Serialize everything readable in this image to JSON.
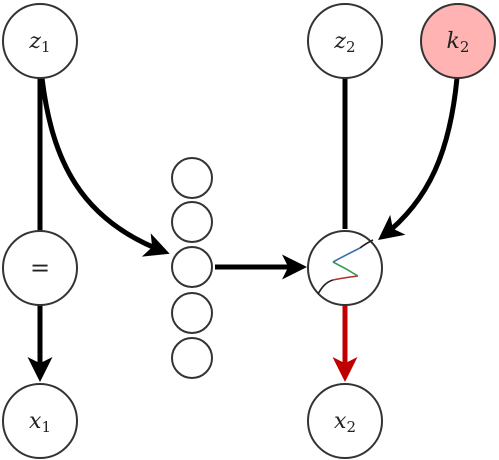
{
  "nodes": {
    "z1": {
      "var": "z",
      "sub": "1"
    },
    "z2": {
      "var": "z",
      "sub": "2"
    },
    "k2": {
      "var": "k",
      "sub": "2"
    },
    "identity": {
      "symbol": "="
    },
    "x1": {
      "var": "x",
      "sub": "1"
    },
    "x2": {
      "var": "x",
      "sub": "2"
    }
  },
  "colors": {
    "stroke": "#333333",
    "arrow": "#000000",
    "highlight_arrow": "#c00000",
    "key_node_fill": "#ffb3b3",
    "spline_blue": "#3a6fb0",
    "spline_green": "#3a9a5a",
    "spline_red": "#b03030"
  },
  "icons": {
    "coupling_node": "piecewise-spline-icon",
    "hidden_layer": "neural-network-stack-icon"
  }
}
